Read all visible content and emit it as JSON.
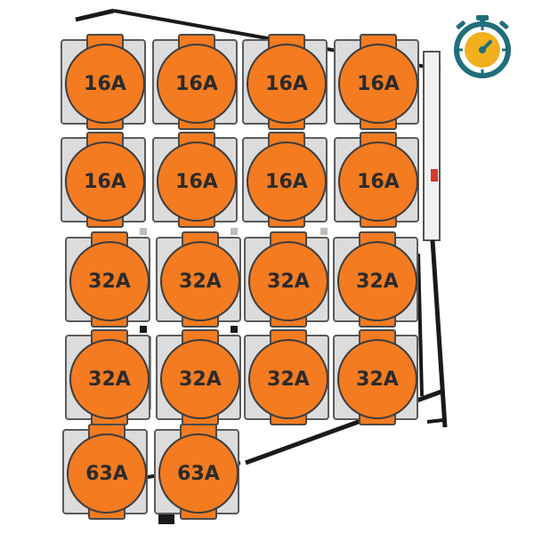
{
  "sockets": [
    {
      "rating": "16A"
    },
    {
      "rating": "16A"
    },
    {
      "rating": "16A"
    },
    {
      "rating": "16A"
    },
    {
      "rating": "16A"
    },
    {
      "rating": "16A"
    },
    {
      "rating": "16A"
    },
    {
      "rating": "16A"
    },
    {
      "rating": "32A"
    },
    {
      "rating": "32A"
    },
    {
      "rating": "32A"
    },
    {
      "rating": "32A"
    },
    {
      "rating": "32A"
    },
    {
      "rating": "32A"
    },
    {
      "rating": "32A"
    },
    {
      "rating": "32A"
    },
    {
      "rating": "63A"
    },
    {
      "rating": "63A"
    }
  ],
  "icons": {
    "timer": "stopwatch-icon"
  },
  "colors": {
    "socket_orange": "#f47b20",
    "socket_plate": "#dcdcdc",
    "frame": "#1a1a1a",
    "icon_teal": "#1f6f7a",
    "icon_yellow": "#f2b01e"
  }
}
